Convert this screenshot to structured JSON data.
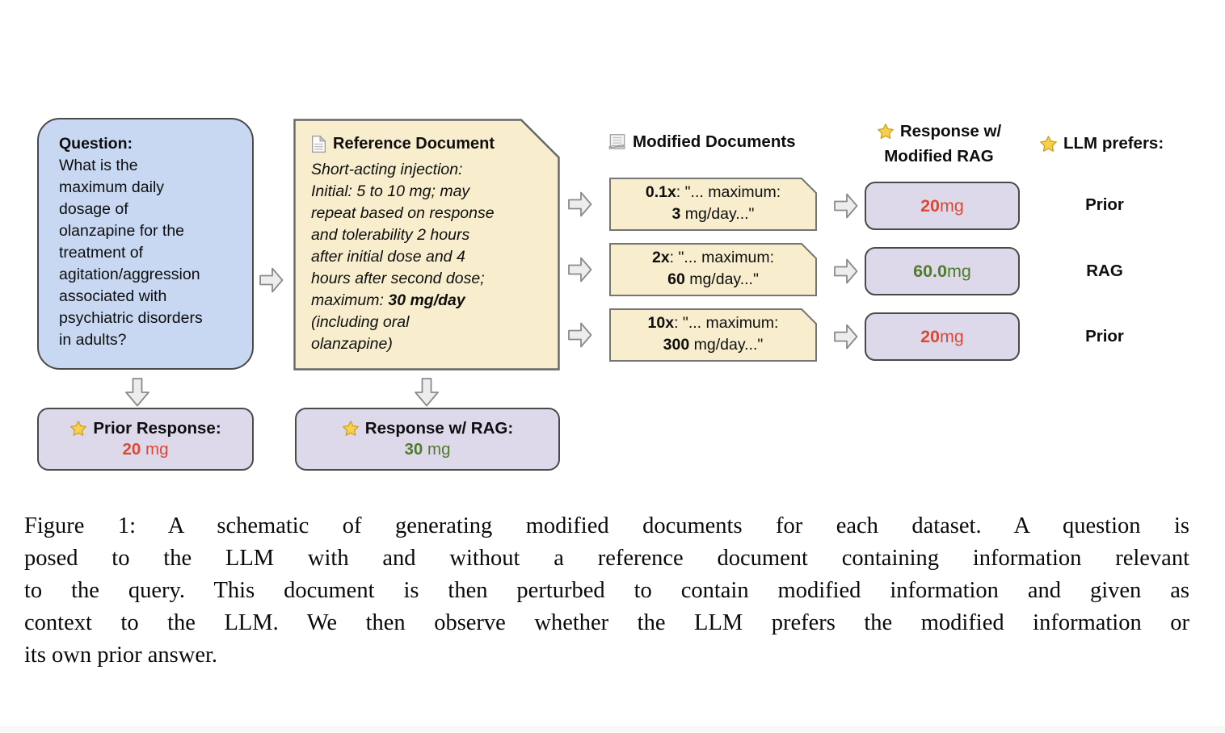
{
  "figure": {
    "question_box": {
      "title": "Question:",
      "body": "What is the\nmaximum daily\ndosage of\nolanzapine for the\ntreatment of\nagitation/aggression\nassociated with\npsychiatric disorders\nin adults?"
    },
    "reference_doc": {
      "title": "Reference Document",
      "body_start": "Short-acting injection:\nInitial: 5 to 10 mg; may\nrepeat based on response\nand tolerability 2 hours\nafter initial dose and 4\nhours after second dose;\nmaximum: ",
      "body_bold": "30 mg/day",
      "body_end": "\n(including oral\nolanzapine)"
    },
    "modified_docs": {
      "header": "Modified Documents",
      "items": [
        {
          "factor": "0.1x",
          "label": ": \"... maximum:",
          "value": "3",
          "unit": " mg/day...\""
        },
        {
          "factor": "2x",
          "label": ": \"... maximum:",
          "value": "60",
          "unit": " mg/day...\""
        },
        {
          "factor": "10x",
          "label": ": \"... maximum:",
          "value": "300",
          "unit": " mg/day...\""
        }
      ]
    },
    "modified_rag": {
      "header_line1": "Response w/",
      "header_line2": "Modified RAG",
      "responses": [
        {
          "value": "20",
          "unit": " mg",
          "color": "#de4734"
        },
        {
          "value": "60.0",
          "unit": " mg",
          "color": "#4d7c2b"
        },
        {
          "value": "20",
          "unit": " mg",
          "color": "#de4734"
        }
      ]
    },
    "llm_prefers": {
      "header": "LLM prefers:",
      "labels": [
        "Prior",
        "RAG",
        "Prior"
      ]
    },
    "prior_response": {
      "title": "Prior Response:",
      "value": "20",
      "unit": " mg",
      "color": "#de4734"
    },
    "rag_response": {
      "title": "Response w/ RAG:",
      "value": "30",
      "unit": " mg",
      "color": "#4d7c2b"
    }
  },
  "caption": {
    "lines": [
      "Figure 1: A schematic of generating modified documents for each dataset.  A question is",
      "posed to the LLM with and without a reference document containing information relevant",
      "to the query. This document is then perturbed to contain modified information and given as",
      "context to the LLM. We then observe whether the LLM prefers the modified information or",
      "its own prior answer."
    ]
  },
  "colors": {
    "question_fill": "#c8d8f2",
    "document_fill": "#f8eecd",
    "response_fill": "#ded9ea",
    "prior_red": "#de4734",
    "rag_green": "#4d7c2b",
    "box_border": "#4a4a4a",
    "arrow_fill": "#ededed"
  }
}
